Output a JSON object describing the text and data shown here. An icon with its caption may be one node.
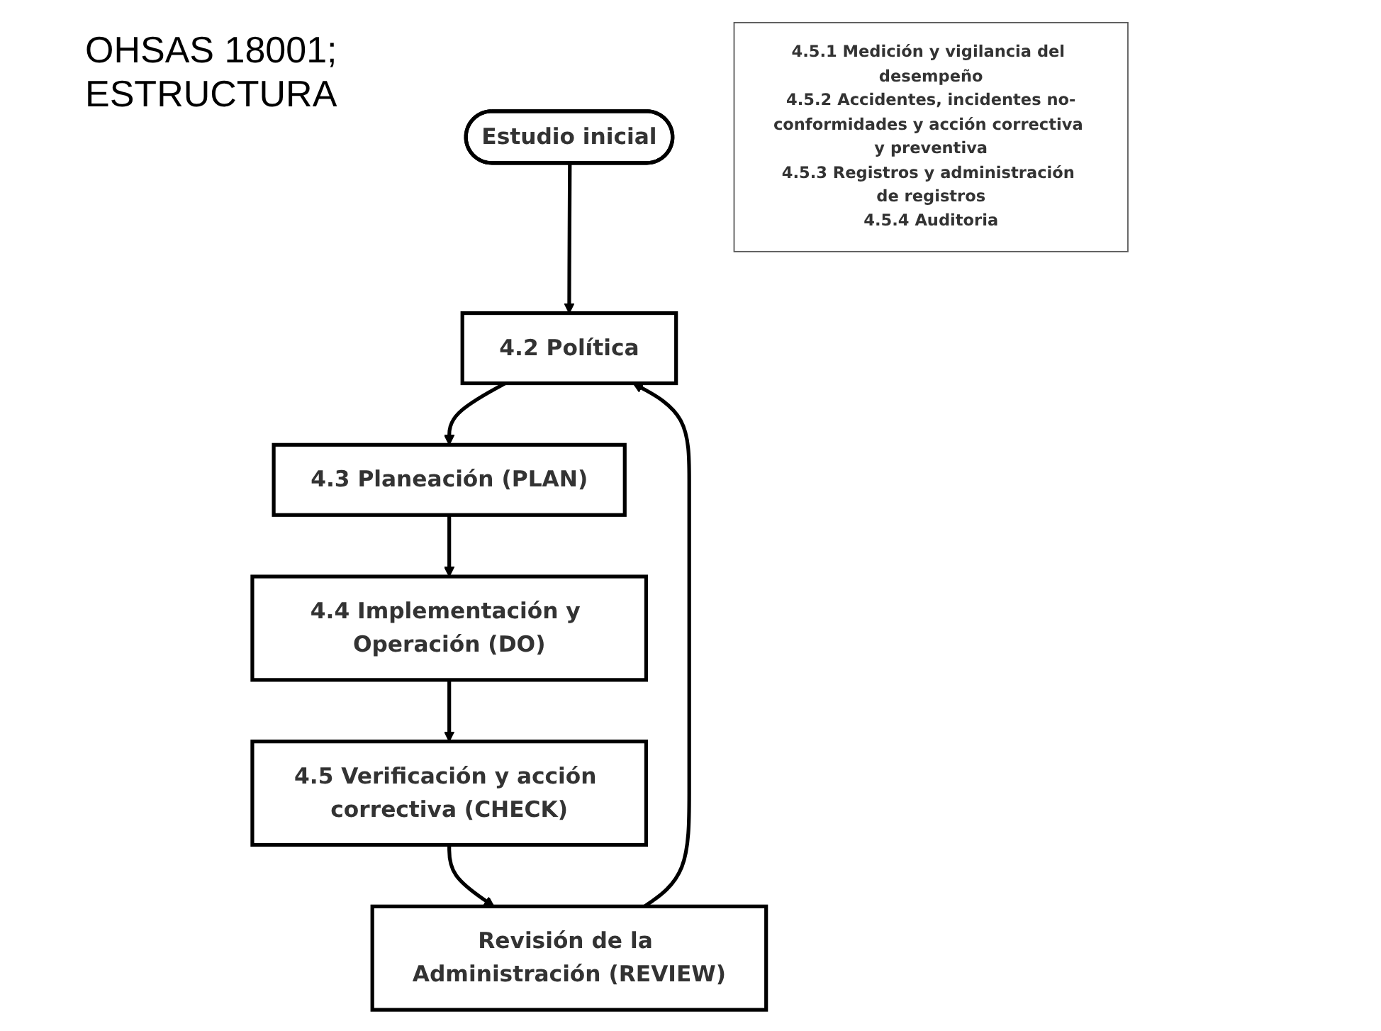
{
  "diagram": {
    "title": "OHSAS 18001; ESTRUCTURA",
    "nodes": [
      {
        "text": [
          "Estudio inicial"
        ]
      },
      {
        "text": [
          "Revisión de la Administración (REVIEW)"
        ]
      },
      {
        "text": [
          "4.2 Política"
        ]
      },
      {
        "text": [
          "4.3 Planeación (PLAN)"
        ]
      },
      {
        "text": [
          "4.4 Implementación y Operación (DO)"
        ]
      },
      {
        "text": [
          "4.5 Verificación y acción correctiva (CHECK)"
        ]
      },
      {
        "text": [
          "4.5.1 Medición y vigilancia del desempeño",
          "4.5.2 Accidentes, incidentes no-conformidades y acción correctiva y preventiva",
          "4.5.3 Registros y administración de registros",
          "4.5.4 Auditoria"
        ]
      }
    ],
    "edges": [
      {
        "from": 0,
        "to": 2,
        "arrow": "to"
      },
      {
        "from": 1,
        "to": 2,
        "arrow": "to"
      },
      {
        "from": 2,
        "to": 3,
        "arrow": "to"
      },
      {
        "from": 3,
        "to": 4,
        "arrow": "to"
      },
      {
        "from": 4,
        "to": 5,
        "arrow": "to"
      },
      {
        "from": 5,
        "to": 1,
        "arrow": "to"
      }
    ]
  }
}
